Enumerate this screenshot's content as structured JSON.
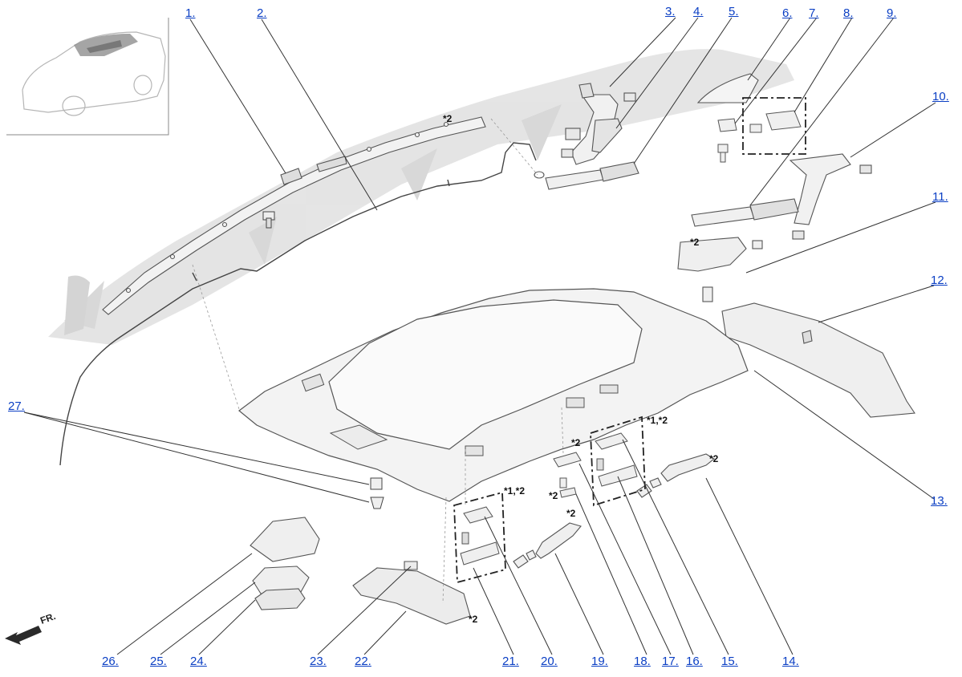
{
  "callouts": [
    {
      "id": "1",
      "label": "1."
    },
    {
      "id": "2",
      "label": "2."
    },
    {
      "id": "3",
      "label": "3."
    },
    {
      "id": "4",
      "label": "4."
    },
    {
      "id": "5",
      "label": "5."
    },
    {
      "id": "6",
      "label": "6."
    },
    {
      "id": "7",
      "label": "7."
    },
    {
      "id": "8",
      "label": "8."
    },
    {
      "id": "9",
      "label": "9."
    },
    {
      "id": "10",
      "label": "10."
    },
    {
      "id": "11",
      "label": "11."
    },
    {
      "id": "12",
      "label": "12."
    },
    {
      "id": "13",
      "label": "13."
    },
    {
      "id": "14",
      "label": "14."
    },
    {
      "id": "15",
      "label": "15."
    },
    {
      "id": "16",
      "label": "16."
    },
    {
      "id": "17",
      "label": "17."
    },
    {
      "id": "18",
      "label": "18."
    },
    {
      "id": "19",
      "label": "19."
    },
    {
      "id": "20",
      "label": "20."
    },
    {
      "id": "21",
      "label": "21."
    },
    {
      "id": "22",
      "label": "22."
    },
    {
      "id": "23",
      "label": "23."
    },
    {
      "id": "24",
      "label": "24."
    },
    {
      "id": "25",
      "label": "25."
    },
    {
      "id": "26",
      "label": "26."
    },
    {
      "id": "27",
      "label": "27."
    }
  ],
  "notes": {
    "star2": "*2",
    "star12": "*1,*2"
  },
  "front_indicator": "FR.",
  "colors": {
    "callout": "#0b3fc4",
    "line": "#333333",
    "silhouette": "#dcdcdc",
    "part_fill": "#f1f1f1",
    "part_stroke": "#555555"
  }
}
